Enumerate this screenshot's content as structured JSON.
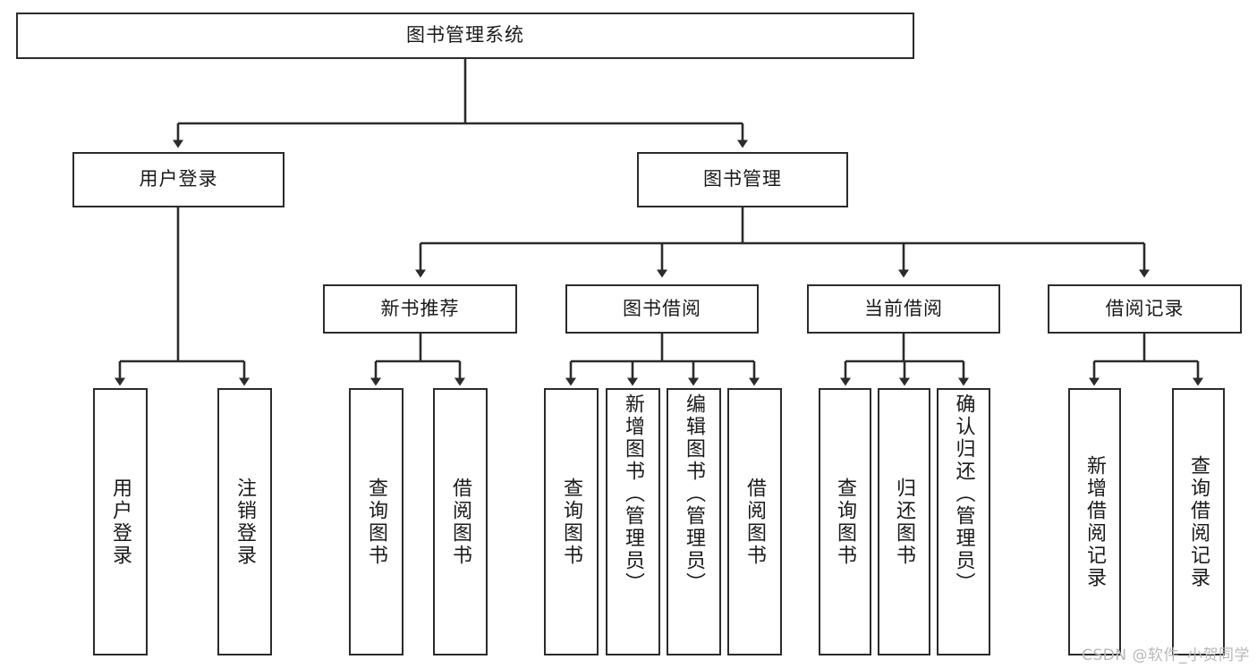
{
  "diagram": {
    "title": "图书管理系统",
    "type": "tree-hierarchy",
    "watermark": "CSDN @软件_小贺同学",
    "colors": {
      "border": "#2b2b2b",
      "background": "#ffffff",
      "text": "#1a1a1a",
      "watermark": "#b8b8b8"
    }
  },
  "nodes": {
    "root": {
      "label": "图书管理系统"
    },
    "level2": [
      {
        "id": "user-login",
        "label": "用户登录"
      },
      {
        "id": "book-manage",
        "label": "图书管理"
      }
    ],
    "level3": [
      {
        "id": "new-book-recommend",
        "label": "新书推荐"
      },
      {
        "id": "book-borrow",
        "label": "图书借阅"
      },
      {
        "id": "current-borrow",
        "label": "当前借阅"
      },
      {
        "id": "borrow-record",
        "label": "借阅记录"
      }
    ],
    "leaves": {
      "user-login": [
        {
          "id": "leaf-user-login",
          "label": "用户登录"
        },
        {
          "id": "leaf-user-logout",
          "label": "注销登录"
        }
      ],
      "new-book-recommend": [
        {
          "id": "leaf-query-book-1",
          "label": "查询图书"
        },
        {
          "id": "leaf-borrow-book-1",
          "label": "借阅图书"
        }
      ],
      "book-borrow": [
        {
          "id": "leaf-query-book-2",
          "label": "查询图书"
        },
        {
          "id": "leaf-add-book",
          "label": "新增图书（管理员）"
        },
        {
          "id": "leaf-edit-book",
          "label": "编辑图书（管理员）"
        },
        {
          "id": "leaf-borrow-book-2",
          "label": "借阅图书"
        }
      ],
      "current-borrow": [
        {
          "id": "leaf-query-book-3",
          "label": "查询图书"
        },
        {
          "id": "leaf-return-book",
          "label": "归还图书"
        },
        {
          "id": "leaf-confirm-return",
          "label": "确认归还（管理员）"
        }
      ],
      "borrow-record": [
        {
          "id": "leaf-add-record",
          "label": "新增借阅记录"
        },
        {
          "id": "leaf-query-record",
          "label": "查询借阅记录"
        }
      ]
    }
  }
}
